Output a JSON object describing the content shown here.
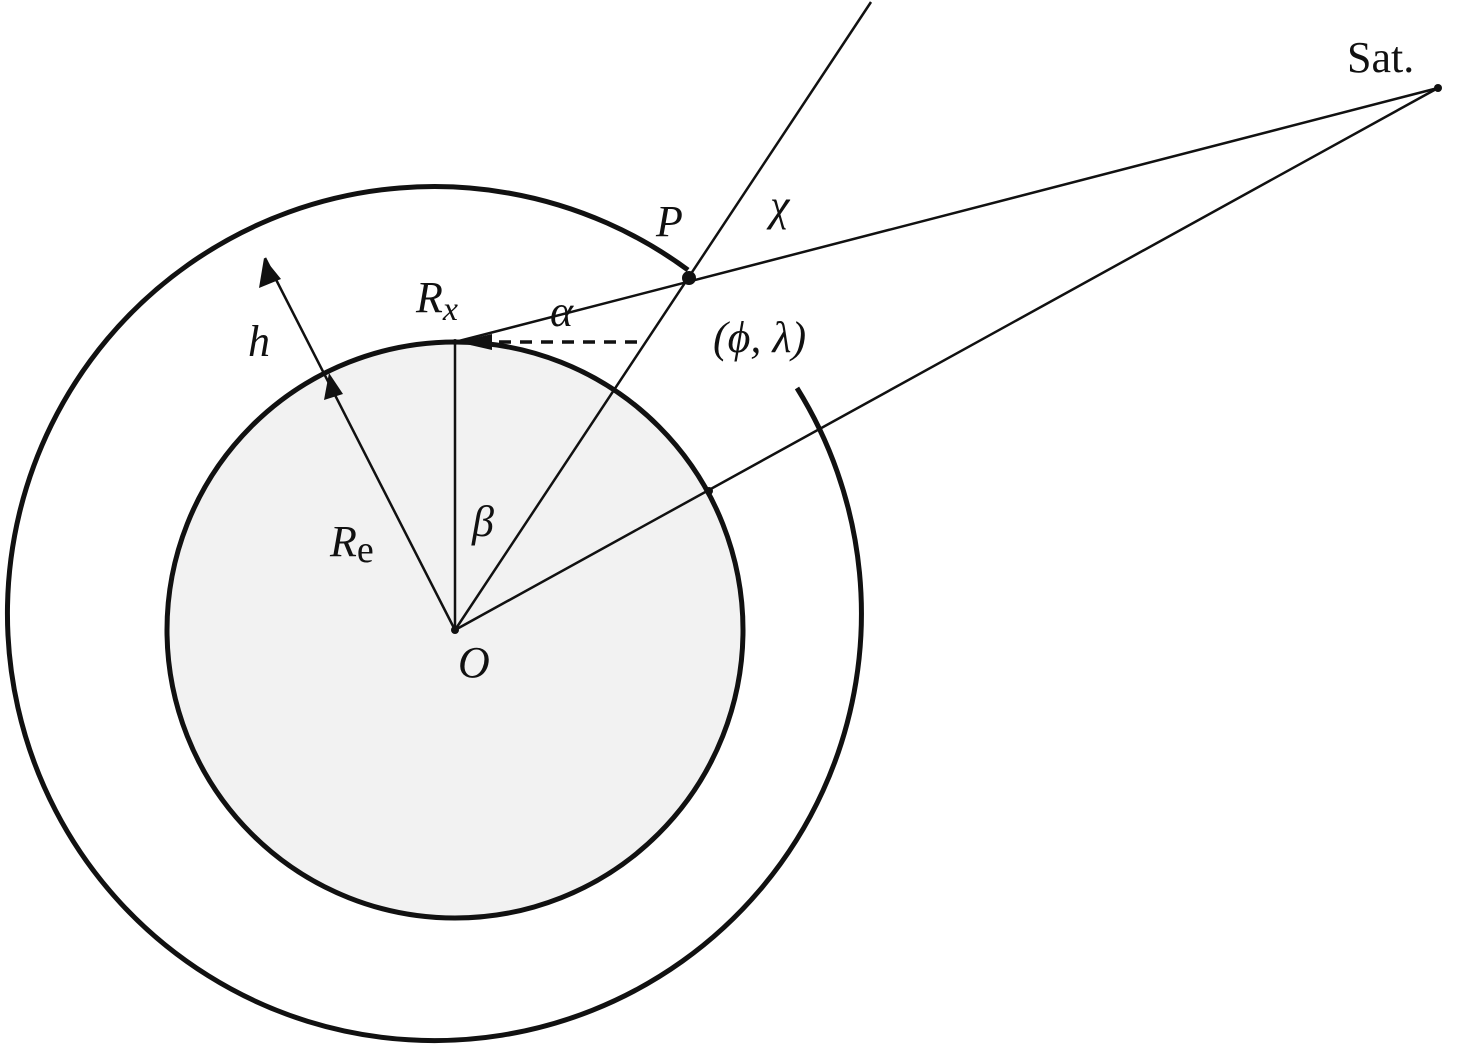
{
  "labels": {
    "satellite": "Sat.",
    "pierce_point": "P",
    "zenith_angle": "χ",
    "radius_x": "R",
    "radius_x_sub": "x",
    "elevation": "α",
    "coordinates": "(ϕ, λ)",
    "height": "h",
    "earth_radius": "R",
    "earth_radius_sub": "e",
    "central_angle": "β",
    "origin": "O"
  },
  "colors": {
    "stroke": "#111111",
    "earth_fill": "#f2f2f2"
  }
}
